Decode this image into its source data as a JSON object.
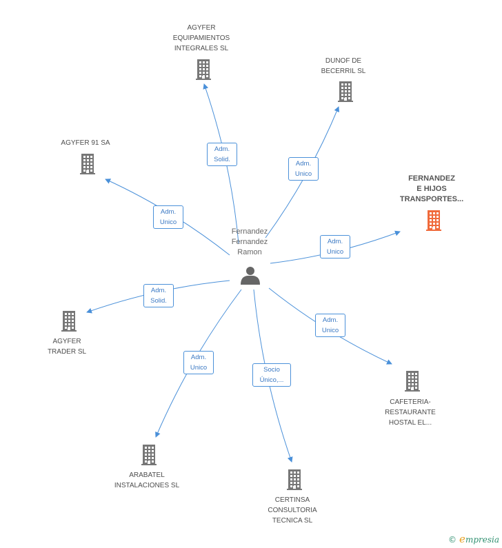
{
  "center": {
    "label": "Fernandez\nFernandez\nRamon",
    "icon": "person-icon"
  },
  "nodes": [
    {
      "label": "AGYFER\nEQUIPAMIENTOS\nINTEGRALES SL",
      "highlight": false,
      "icon": "building-icon"
    },
    {
      "label": "DUNOF DE\nBECERRIL SL",
      "highlight": false,
      "icon": "building-icon"
    },
    {
      "label": "AGYFER 91 SA",
      "highlight": false,
      "icon": "building-icon"
    },
    {
      "label": "FERNANDEZ\nE HIJOS\nTRANSPORTES...",
      "highlight": true,
      "icon": "building-icon"
    },
    {
      "label": "AGYFER\nTRADER SL",
      "highlight": false,
      "icon": "building-icon"
    },
    {
      "label": "CAFETERIA-\nRESTAURANTE\nHOSTAL EL...",
      "highlight": false,
      "icon": "building-icon"
    },
    {
      "label": "ARABATEL\nINSTALACIONES SL",
      "highlight": false,
      "icon": "building-icon"
    },
    {
      "label": "CERTINSA\nCONSULTORIA\nTECNICA SL",
      "highlight": false,
      "icon": "building-icon"
    }
  ],
  "edges": [
    {
      "label": "Adm.\nSolid."
    },
    {
      "label": "Adm.\nUnico"
    },
    {
      "label": "Adm.\nUnico"
    },
    {
      "label": "Adm.\nUnico"
    },
    {
      "label": "Adm.\nSolid."
    },
    {
      "label": "Adm.\nUnico"
    },
    {
      "label": "Adm.\nUnico"
    },
    {
      "label": "Socio\nÚnico,..."
    }
  ],
  "colors": {
    "edge": "#4a90d9",
    "building": "#777777",
    "building_highlight": "#f06a3b",
    "person": "#666666"
  },
  "footer": {
    "copyright": "©",
    "brand_initial": "e",
    "brand_rest": "mpresia"
  }
}
